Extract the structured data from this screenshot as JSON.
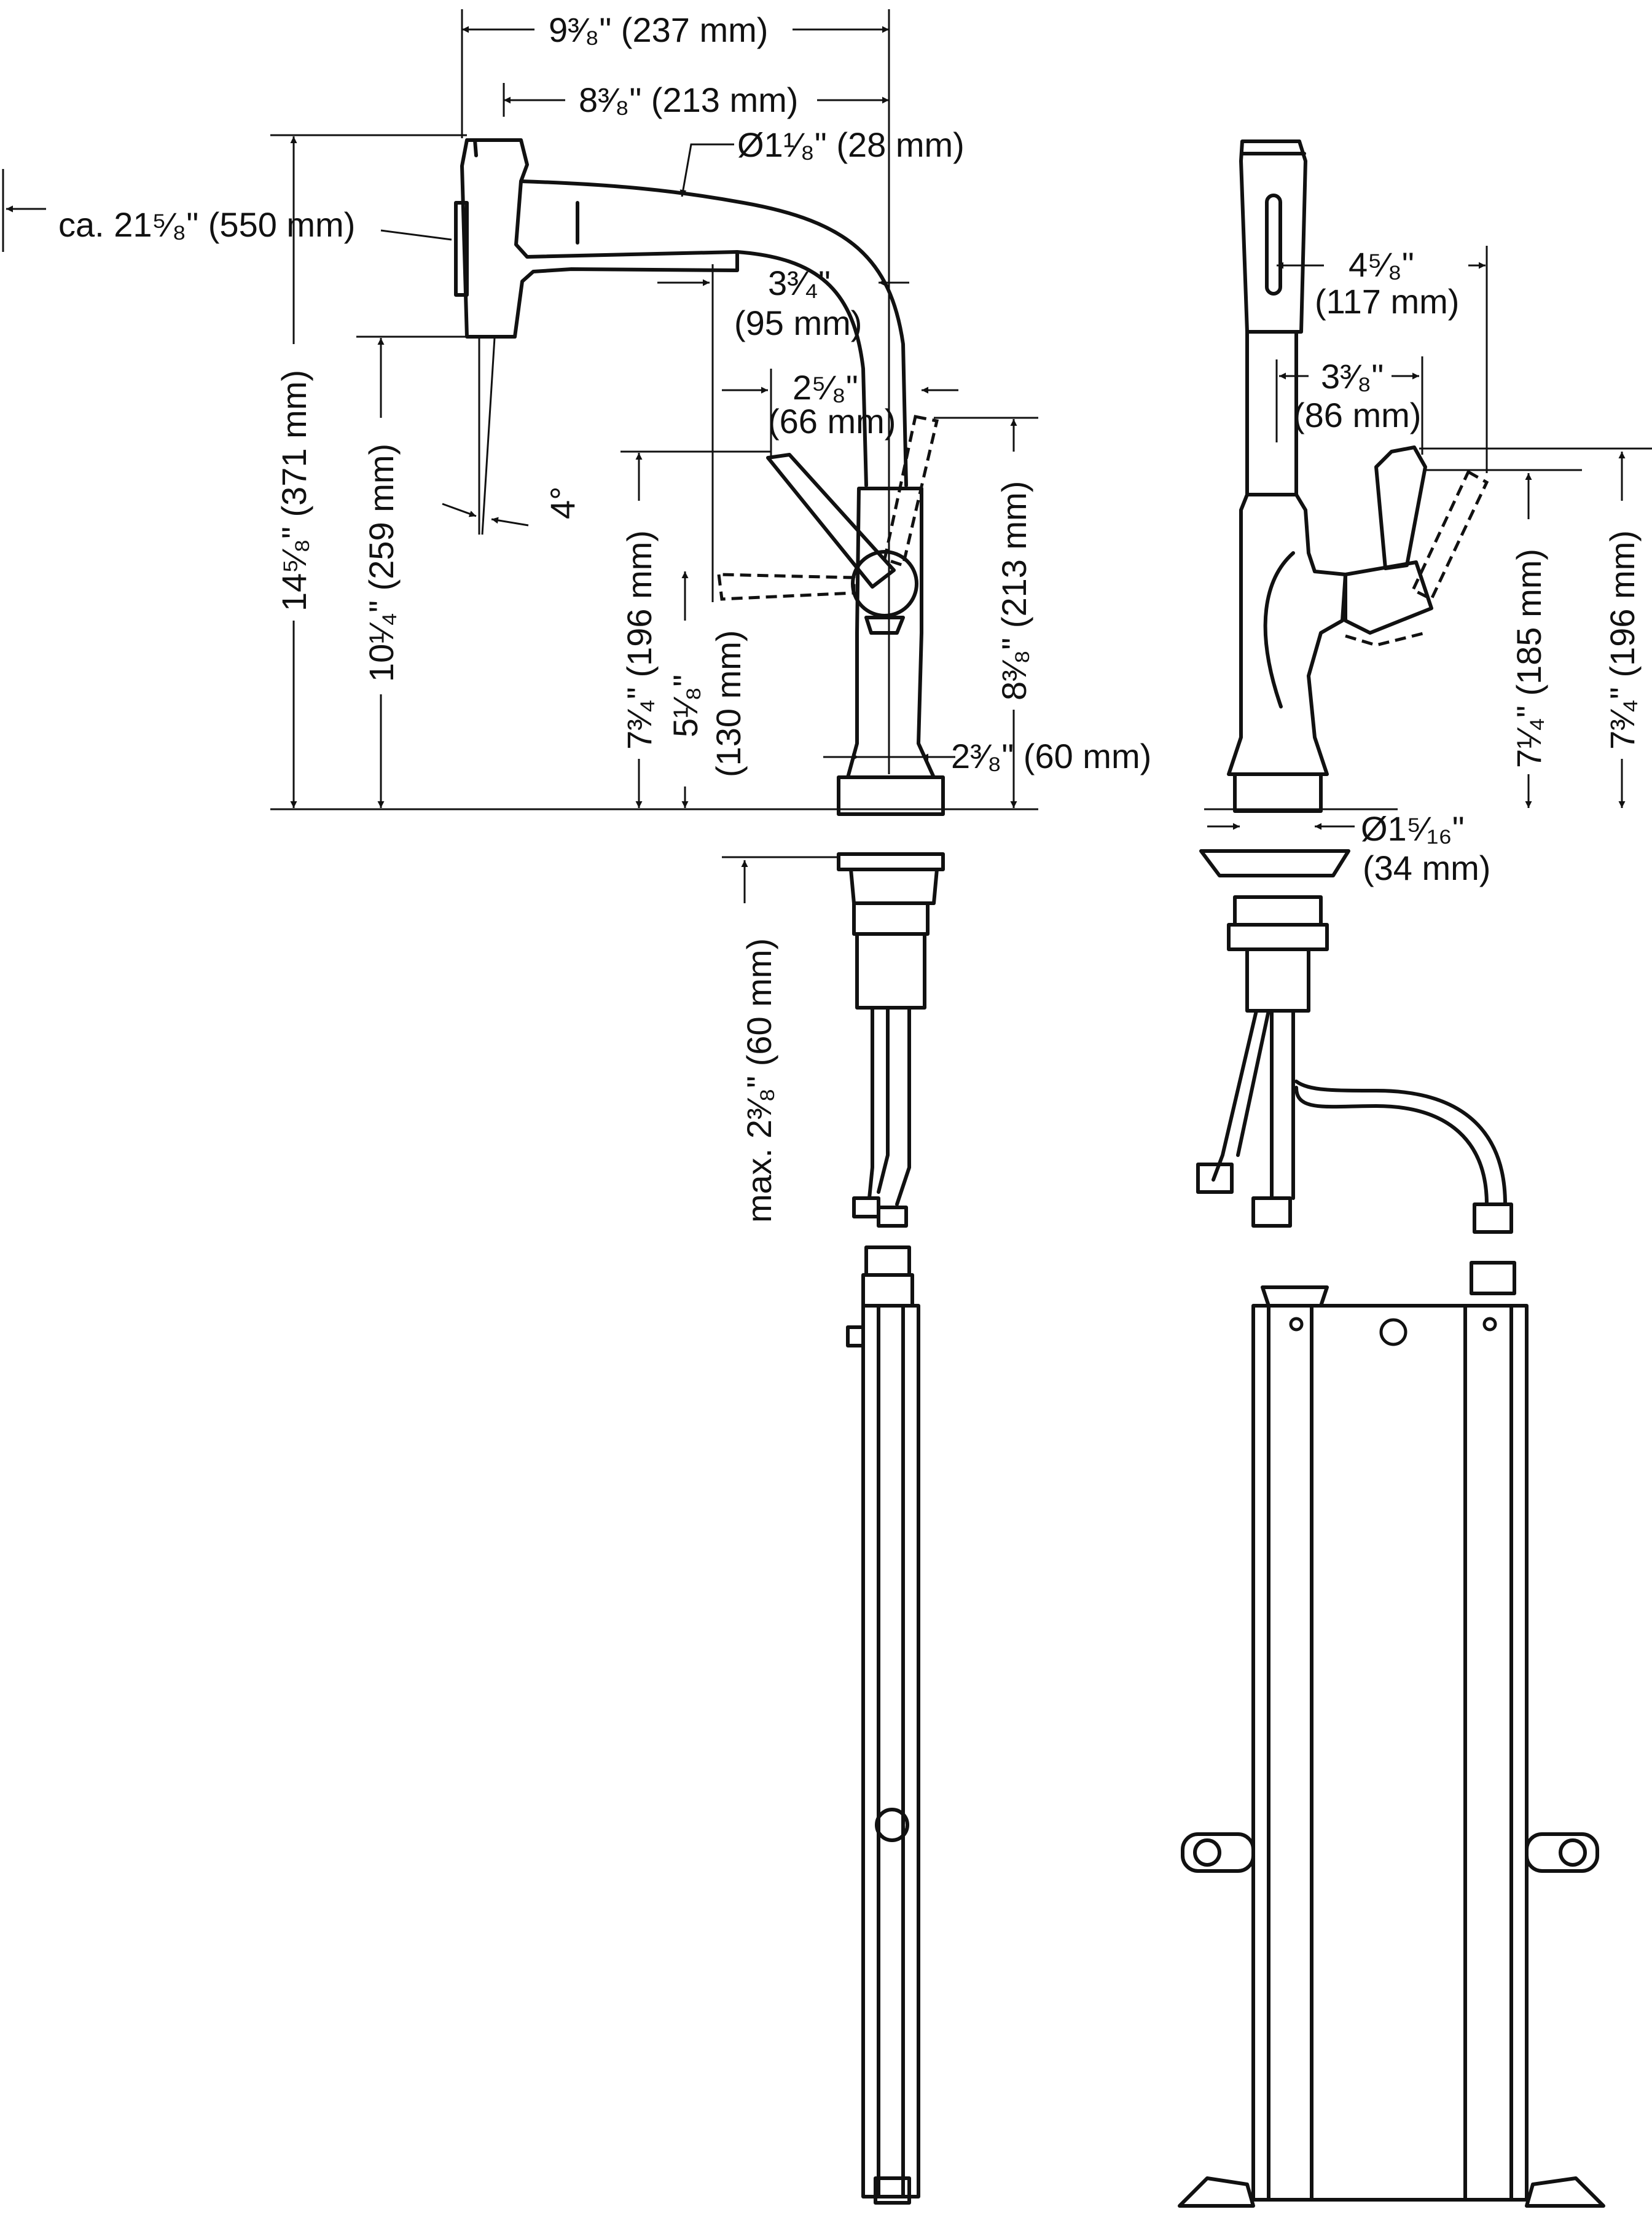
{
  "dimensions": {
    "overall_width": "9³⁄₈\" (237 mm)",
    "spout_reach": "8³⁄₈\" (213 mm)",
    "spout_diameter": "Ø1¹⁄₈\" (28 mm)",
    "hose_length": "ca. 21⁵⁄₈\" (550 mm)",
    "handle_reach_inch": "3³⁄₄\"",
    "handle_reach_mm": "(95 mm)",
    "handle_offset_inch": "2⁵⁄₈\"",
    "handle_offset_mm": "(66 mm)",
    "spray_angle": "4°",
    "total_height": "14⁵⁄₈\" (371 mm)",
    "outlet_height": "10¹⁄₄\" (259 mm)",
    "lever_height_a": "7³⁄₄\" (196 mm)",
    "lever_axis_height_inch": "5¹⁄₈\"",
    "lever_axis_height_mm": "(130 mm)",
    "body_height": "8³⁄₈\" (213 mm)",
    "body_width": "2³⁄₈\" (60 mm)",
    "max_deck_thickness": "max. 2³⁄₈\" (60 mm)",
    "side_head_width_inch": "4⁵⁄₈\"",
    "side_head_width_mm": "(117 mm)",
    "side_lever_offset_inch": "3³⁄₈\"",
    "side_lever_offset_mm": "(86 mm)",
    "side_lever_height_a": "7¹⁄₄\" (185 mm)",
    "side_lever_height_b": "7³⁄₄\" (196 mm)",
    "hole_diameter_inch": "Ø1⁵⁄₁₆\"",
    "hole_diameter_mm": "(34 mm)"
  }
}
